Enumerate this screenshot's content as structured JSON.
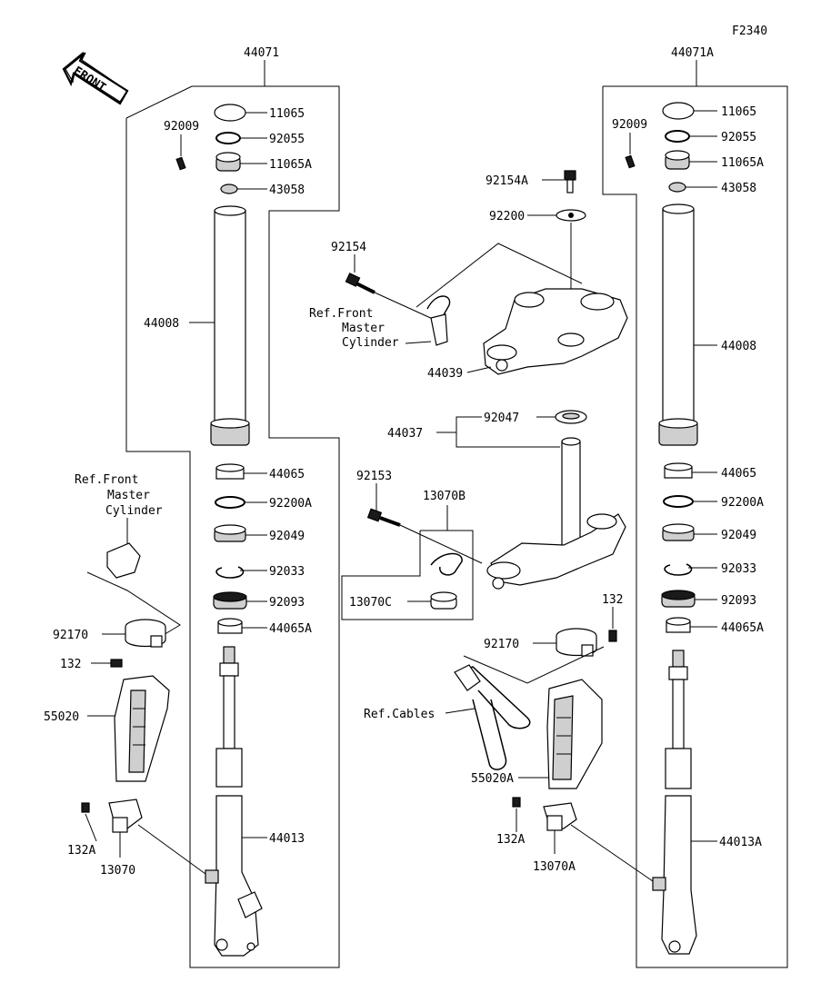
{
  "figure_code": "F2340",
  "front_label": "FRONT",
  "left_fork": {
    "assembly": "44071",
    "parts": {
      "cap": "11065",
      "o_ring": "92055",
      "cap_bolt": "11065A",
      "screw": "92009",
      "valve": "43058",
      "inner_tube": "44008",
      "bushing_top": "44065",
      "washer": "92200A",
      "oil_seal": "92049",
      "circlip": "92033",
      "dust_seal": "92093",
      "bushing_bottom": "44065A",
      "outer_tube": "44013",
      "clamp": "92170",
      "clamp_bolt": "132",
      "guard": "55020",
      "bracket_bolt": "132A",
      "bracket": "13070"
    },
    "ref_master_cylinder": [
      "Ref.Front",
      "Master",
      "Cylinder"
    ]
  },
  "right_fork": {
    "assembly": "44071A",
    "parts": {
      "cap": "11065",
      "o_ring": "92055",
      "cap_bolt": "11065A",
      "screw": "92009",
      "valve": "43058",
      "inner_tube": "44008",
      "bushing_top": "44065",
      "washer": "92200A",
      "oil_seal": "92049",
      "circlip": "92033",
      "dust_seal": "92093",
      "bushing_bottom": "44065A",
      "outer_tube": "44013A",
      "clamp": "92170",
      "clamp_bolt": "132",
      "guard": "55020A",
      "bracket_bolt": "132A",
      "bracket": "13070A"
    }
  },
  "center": {
    "upper_bolt": "92154A",
    "upper_washer": "92200",
    "long_bolt": "92154",
    "ref_master_cylinder": [
      "Ref.Front",
      "Master",
      "Cylinder"
    ],
    "upper_bracket": "44039",
    "stem_head": "44037",
    "stem_seal": "92047",
    "lower_bolt": "92153",
    "clamp_set": "13070B",
    "grommet": "13070C",
    "ref_cables": "Ref.Cables"
  }
}
